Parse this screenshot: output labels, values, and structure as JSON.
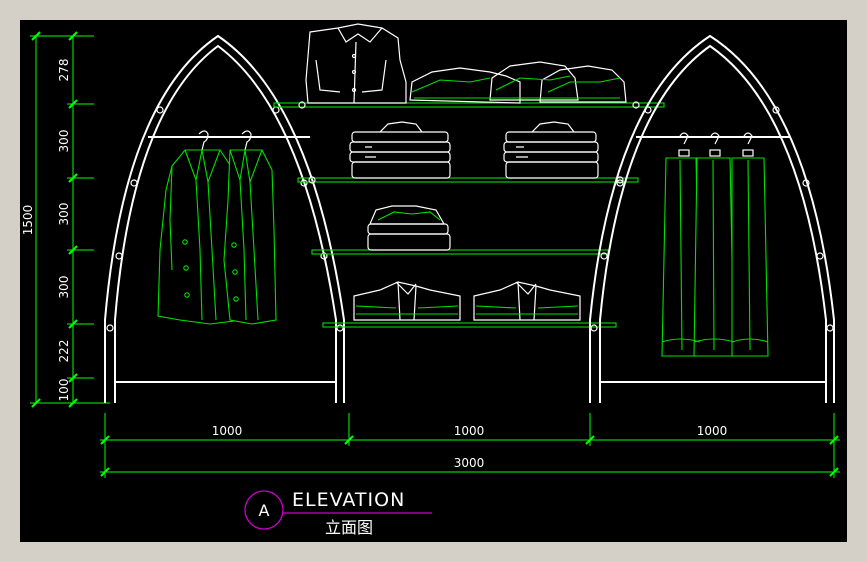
{
  "drawing": {
    "colors": {
      "background": "#000000",
      "window": "#d4d0c8",
      "structure": "#ffffff",
      "garments": "#00e000",
      "dimension": "#00ff00",
      "callout": "#cc00cc"
    },
    "vertical_dimensions": {
      "overall": "1500",
      "segments": [
        "278",
        "300",
        "300",
        "300",
        "222",
        "100"
      ]
    },
    "horizontal_dimensions": {
      "segments": [
        "1000",
        "1000",
        "1000"
      ],
      "overall": "3000"
    },
    "title_block": {
      "marker": "A",
      "title": "ELEVATION",
      "subtitle": "立面图"
    }
  }
}
